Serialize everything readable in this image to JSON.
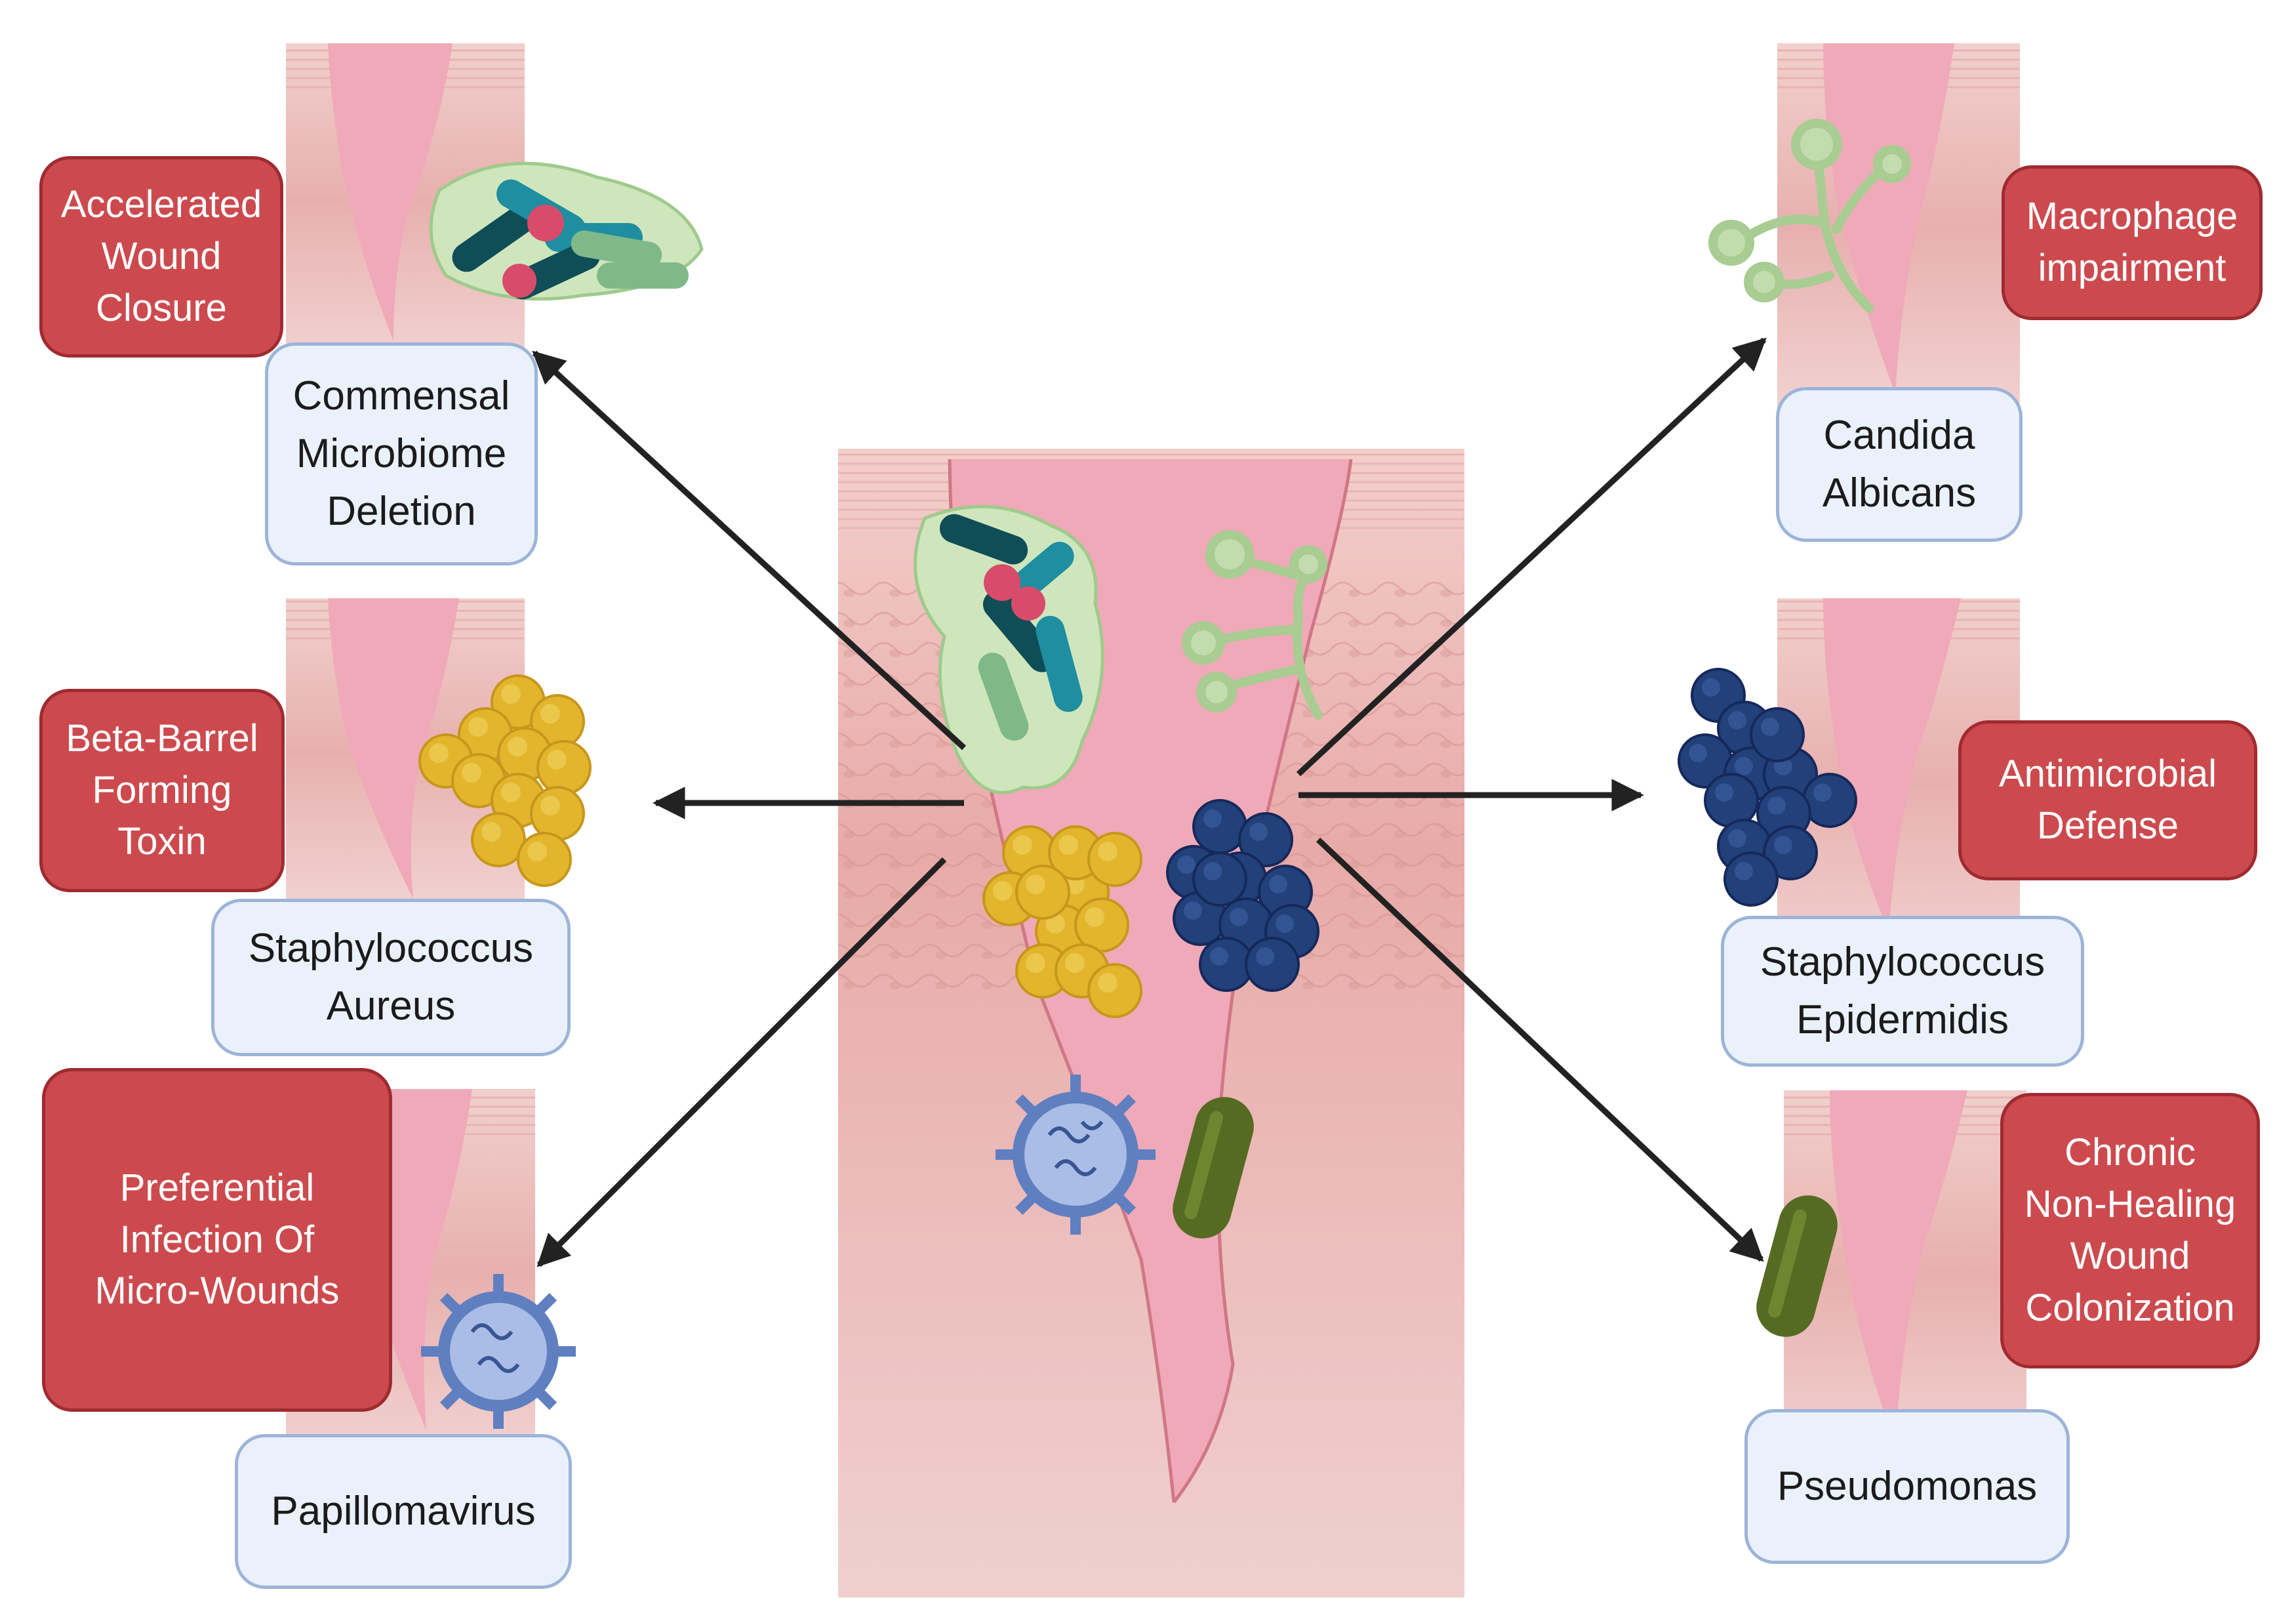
{
  "diagram": {
    "colors": {
      "skin_pink": "#f2b5c2",
      "tissue": "#e7b0ae",
      "effect_box": "#cc4a4e",
      "organism_box": "#eaf1fb",
      "arrow": "#222222",
      "staph_aureus": "#e2b52c",
      "staph_epidermidis": "#22407a",
      "commensal_teal": "#1e8ea0",
      "commensal_green": "#7fb98a",
      "candida": "#b9d6a0",
      "papilloma": "#5f7fc0",
      "pseudomonas": "#556b22"
    },
    "panels": [
      {
        "id": "commensal",
        "effect": "Accelerated\nWound\nClosure",
        "organism": "Commensal\nMicrobiome\nDeletion",
        "organism_icon": "commensal-bacteria-cluster-icon"
      },
      {
        "id": "staph-aureus",
        "effect": "Beta-Barrel\nForming\nToxin",
        "organism": "Staphylococcus\nAureus",
        "organism_icon": "cocci-cluster-icon"
      },
      {
        "id": "papilloma",
        "effect": "Preferential\nInfection Of\nMicro-Wounds",
        "organism": "Papillomavirus",
        "organism_icon": "virus-icon"
      },
      {
        "id": "candida",
        "effect": "Macrophage\nimpairment",
        "organism": "Candida\nAlbicans",
        "organism_icon": "fungal-hyphae-icon"
      },
      {
        "id": "staph-epidermidis",
        "effect": "Antimicrobial\nDefense",
        "organism": "Staphylococcus\nEpidermidis",
        "organism_icon": "cocci-cluster-icon"
      },
      {
        "id": "pseudomonas",
        "effect": "Chronic\nNon-Healing\nWound\nColonization",
        "organism": "Pseudomonas",
        "organism_icon": "rod-bacterium-icon"
      }
    ]
  }
}
